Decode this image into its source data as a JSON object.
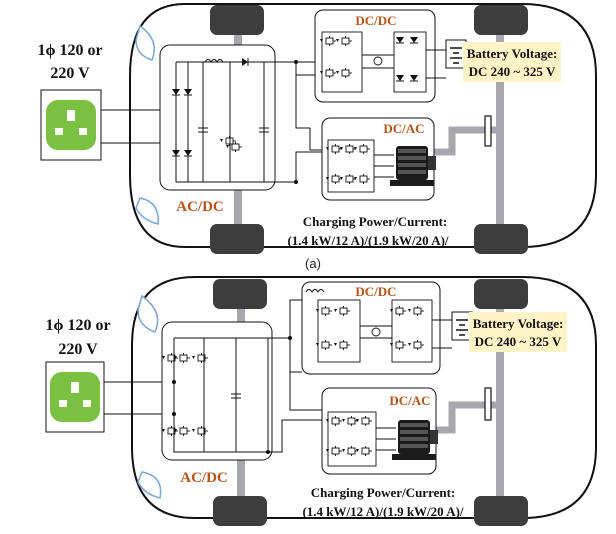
{
  "diagrams": [
    {
      "source_label_line1": "1ϕ 120 or",
      "source_label_line2": "220 V",
      "acdc_label": "AC/DC",
      "dcdc_label": "DC/DC",
      "dcac_label": "DC/AC",
      "battery_label_line1": "Battery Voltage:",
      "battery_label_line2": "DC 240 ~ 325 V",
      "charging_label_line1": "Charging Power/Current:",
      "charging_label_line2": "(1.4 kW/12 A)/(1.9 kW/20 A)/"
    },
    {
      "source_label_line1": "1ϕ 120 or",
      "source_label_line2": "220 V",
      "acdc_label": "AC/DC",
      "dcdc_label": "DC/DC",
      "dcac_label": "DC/AC",
      "battery_label_line1": "Battery Voltage:",
      "battery_label_line2": "DC 240 ~ 325 V",
      "charging_label_line1": "Charging Power/Current:",
      "charging_label_line2": "(1.4 kW/12 A)/(1.9 kW/20 A)/"
    }
  ],
  "caption_a": "(a)",
  "colors": {
    "wheel": "#3d3d3d",
    "axle": "#a7a7ad",
    "battery_box": "#fff3c8",
    "label_brown": "#b5541b",
    "plug_green": "#7ac043"
  }
}
